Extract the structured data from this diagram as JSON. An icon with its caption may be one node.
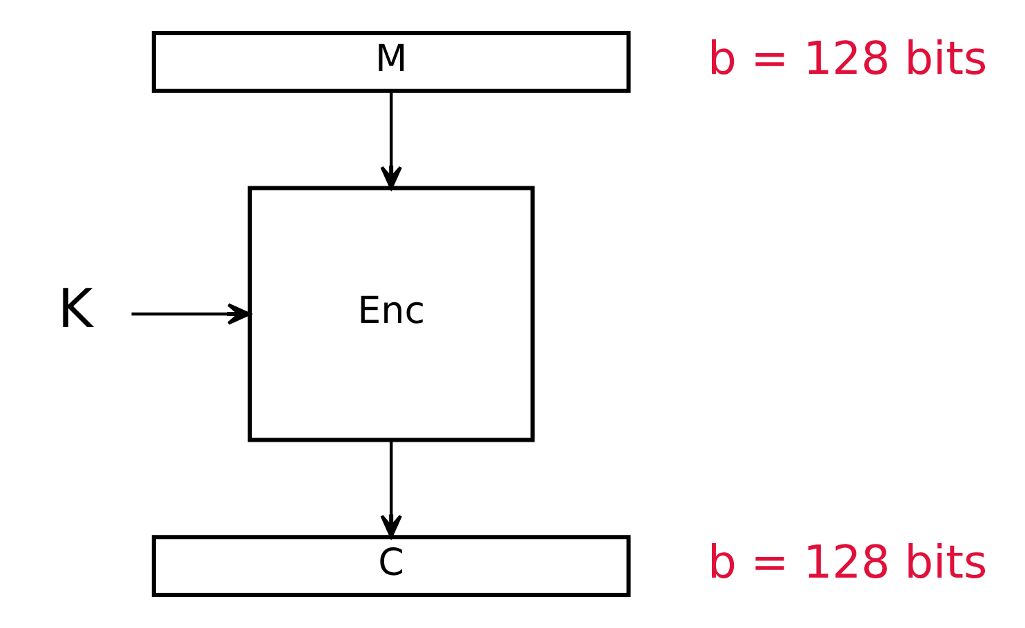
{
  "diagram": {
    "nodes": [
      {
        "text": [
          "M"
        ],
        "beside": [
          "b = 128 bits"
        ]
      },
      {
        "text": [
          "K"
        ]
      },
      {
        "text": [
          "Enc"
        ]
      },
      {
        "text": [
          "C"
        ],
        "beside": [
          "b = 128 bits"
        ]
      }
    ],
    "edges": [
      {
        "from": 0,
        "to": 2,
        "arrow": "to"
      },
      {
        "from": 1,
        "to": 2,
        "arrow": "to"
      },
      {
        "from": 2,
        "to": 3,
        "arrow": "to"
      }
    ]
  }
}
